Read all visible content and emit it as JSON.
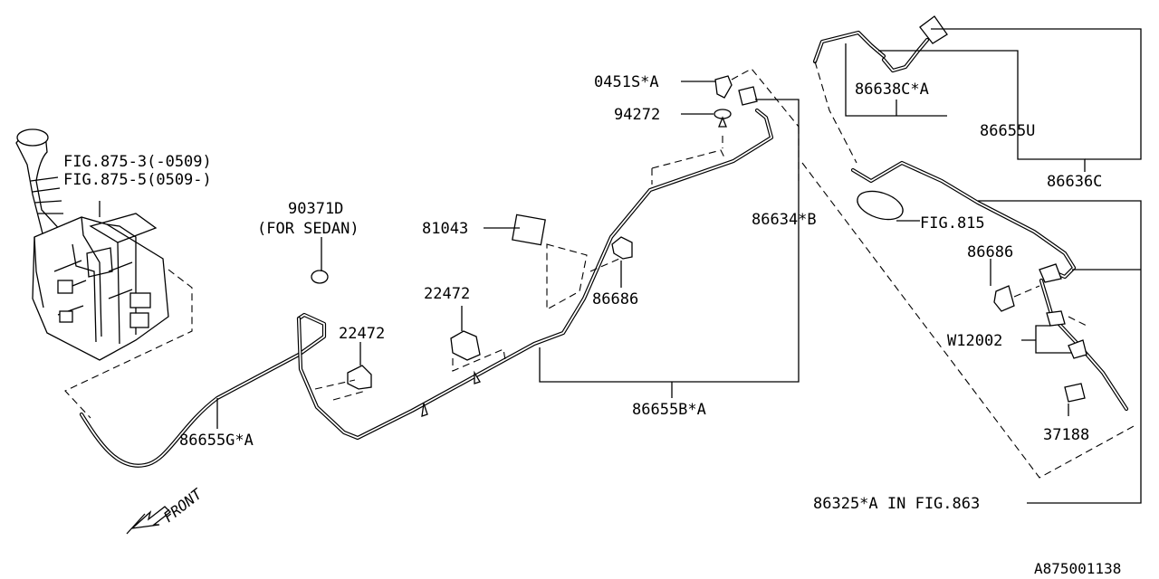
{
  "labels": {
    "fig_875_3": "FIG.875-3(-0509)",
    "fig_875_5": "FIG.875-5(0509-)",
    "p90371d": "90371D",
    "for_sedan": "(FOR SEDAN)",
    "p81043": "81043",
    "p22472_upper": "22472",
    "p22472_lower": "22472",
    "p86686_center": "86686",
    "p86655g": "86655G*A",
    "p86655b": "86655B*A",
    "p0451s": "0451S*A",
    "p94272": "94272",
    "p86634b": "86634*B",
    "p86638c": "86638C*A",
    "p86655u": "86655U",
    "p86636c": "86636C",
    "fig815": "FIG.815",
    "p86686_right": "86686",
    "w12002": "W12002",
    "p37188": "37188",
    "p86325": "86325*A IN FIG.863",
    "front": "FRONT",
    "diagram_id": "A875001138"
  }
}
